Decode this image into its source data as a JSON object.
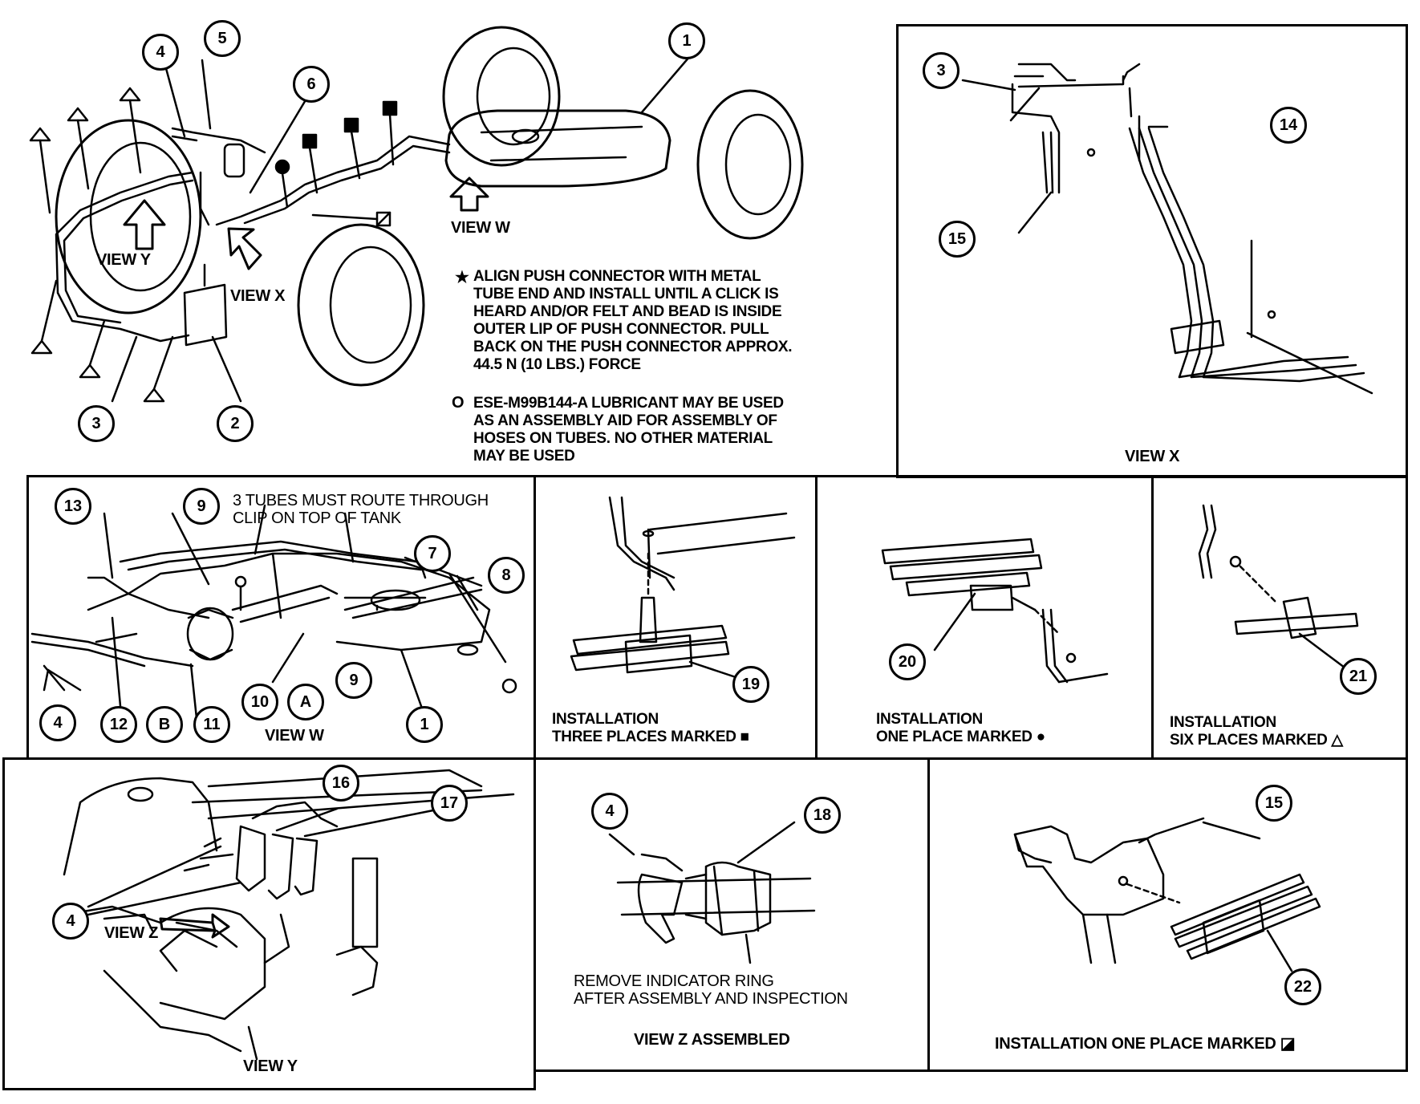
{
  "labels": {
    "view_y_top": "VIEW Y",
    "view_x_top": "VIEW X",
    "view_w_top": "VIEW W",
    "view_x_panel": "VIEW X",
    "view_w_panel": "VIEW W",
    "view_y_panel": "VIEW Y",
    "view_z_arrow": "VIEW Z",
    "view_z_assembled": "VIEW Z ASSEMBLED",
    "route_note": "3 TUBES MUST ROUTE THROUGH\nCLIP ON TOP OF TANK",
    "install_square": "INSTALLATION\nTHREE PLACES MARKED ■",
    "install_dot": "INSTALLATION\nONE PLACE MARKED ●",
    "install_triangle": "INSTALLATION\nSIX PLACES MARKED △",
    "install_one_place": "INSTALLATION ONE PLACE MARKED ◪",
    "remove_ring": "REMOVE INDICATOR RING\nAFTER ASSEMBLY AND INSPECTION",
    "letter_a": "A",
    "letter_b": "B"
  },
  "notes": {
    "star_symbol": "★",
    "star_text": "ALIGN PUSH CONNECTOR WITH METAL\nTUBE END AND INSTALL UNTIL A CLICK IS\nHEARD AND/OR FELT AND BEAD IS INSIDE\nOUTER LIP OF PUSH CONNECTOR. PULL\nBACK ON THE PUSH CONNECTOR APPROX.\n44.5 N (10 LBS.) FORCE",
    "circle_symbol": "O",
    "circle_text": "ESE-M99B144-A LUBRICANT MAY BE USED\nAS AN ASSEMBLY AID FOR ASSEMBLY OF\nHOSES ON TUBES. NO OTHER MATERIAL\nMAY BE USED"
  },
  "callouts": {
    "top_1": "1",
    "top_2": "2",
    "top_3": "3",
    "top_4": "4",
    "top_5": "5",
    "top_6": "6",
    "x_3": "3",
    "x_14": "14",
    "x_15": "15",
    "w_13": "13",
    "w_9a": "9",
    "w_9b": "9",
    "w_7": "7",
    "w_8": "8",
    "w_4": "4",
    "w_12": "12",
    "w_11": "11",
    "w_10": "10",
    "w_1": "1",
    "i_19": "19",
    "i_20": "20",
    "i_21": "21",
    "y_16": "16",
    "y_17": "17",
    "y_4": "4",
    "z_4": "4",
    "z_18": "18",
    "o_15": "15",
    "o_22": "22"
  }
}
